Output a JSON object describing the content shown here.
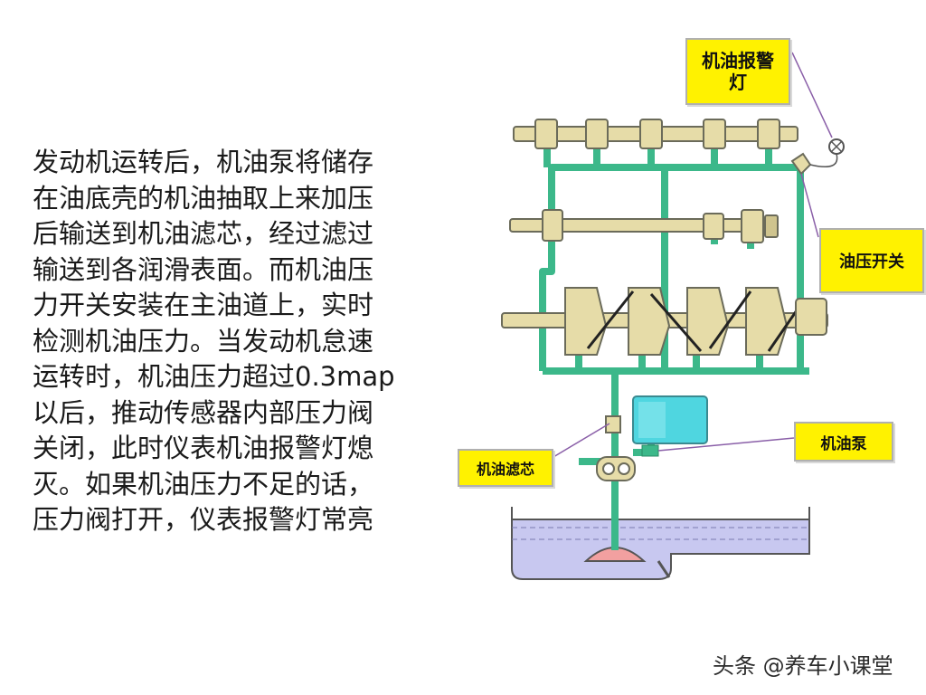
{
  "description": {
    "lines": [
      "发动机运转后，机油泵将储存",
      "在油底壳的机油抽取上来加压",
      "后输送到机油滤芯，经过滤过",
      "输送到各润滑表面。而机油压",
      "力开关安装在主油道上，实时",
      "检测机油压力。当发动机怠速",
      "运转时，机油压力超过0.3map",
      "以后，推动传感器内部压力阀",
      "关闭，此时仪表机油报警灯熄",
      "灭。如果机油压力不足的话，",
      "压力阀打开，仪表报警灯常亮"
    ]
  },
  "labels": {
    "warning_light": "机油报警灯",
    "pressure_switch": "油压开关",
    "oil_filter": "机油滤芯",
    "oil_pump": "机油泵"
  },
  "watermark": "头条 @养车小课堂",
  "colors": {
    "oil_line": "#3cb88a",
    "shaft": "#e6dca8",
    "shaft_outline": "#6b6b5a",
    "callout_bg": "#fff200",
    "oil_sump": "#c8c8f0",
    "filter": "#4fd6e0"
  }
}
